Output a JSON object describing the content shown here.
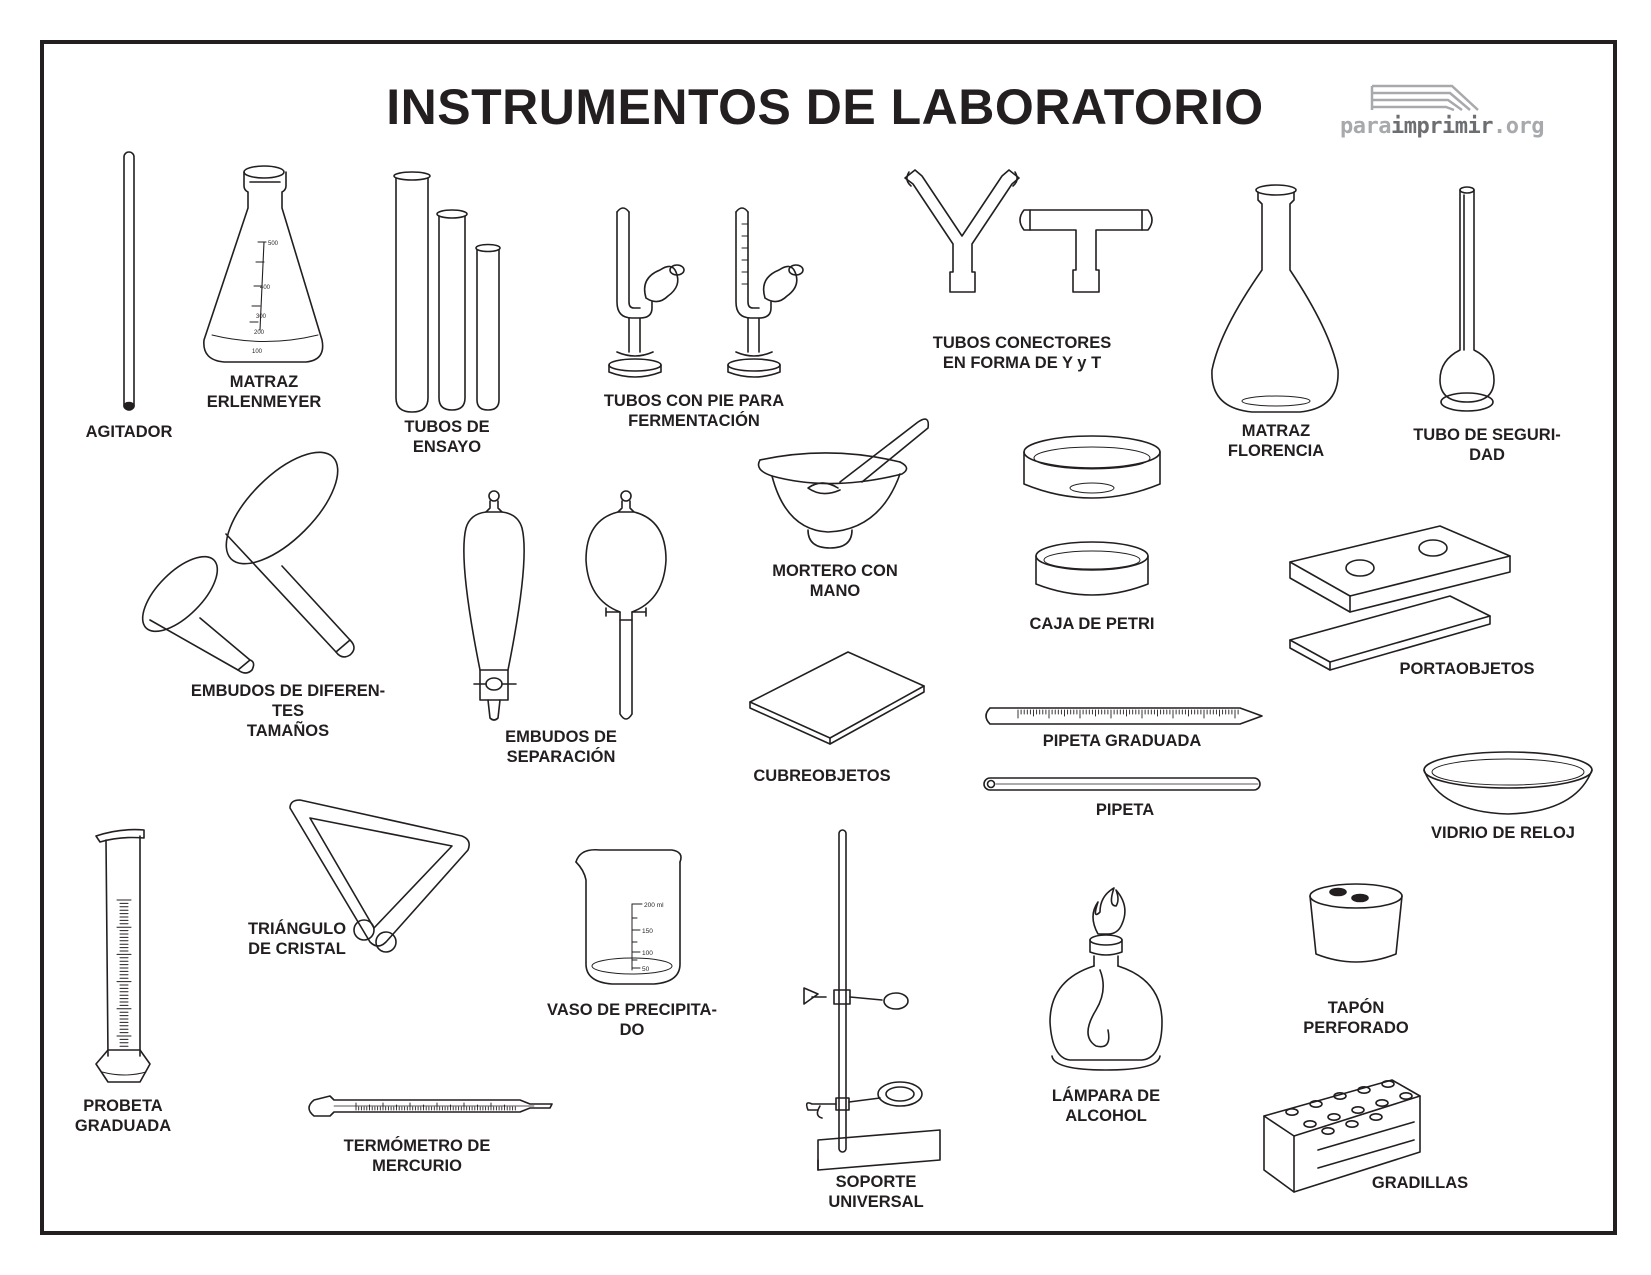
{
  "title": "INSTRUMENTOS DE LABORATORIO",
  "logo": {
    "prefix": "para",
    "main": "imprimir",
    "suffix": ".org"
  },
  "instruments": {
    "agitador": [
      "AGITADOR"
    ],
    "erlenmeyer": [
      "MATRAZ",
      "ERLENMEYER"
    ],
    "tubos_ensayo": [
      "TUBOS DE",
      "ENSAYO"
    ],
    "tubos_pie": [
      "TUBOS CON PIE PARA",
      "FERMENTACIÓN"
    ],
    "tubos_conectores": [
      "TUBOS CONECTORES",
      "EN FORMA DE Y y T"
    ],
    "florencia": [
      "MATRAZ",
      "FLORENCIA"
    ],
    "tubo_seguridad": [
      "TUBO DE SEGURI-",
      "DAD"
    ],
    "embudos": [
      "EMBUDOS DE DIFEREN-",
      "TES",
      "TAMAÑOS"
    ],
    "embudos_separacion": [
      "EMBUDOS DE",
      "SEPARACIÓN"
    ],
    "mortero": [
      "MORTERO CON",
      "MANO"
    ],
    "petri": [
      "CAJA DE PETRI"
    ],
    "portaobjetos": [
      "PORTAOBJETOS"
    ],
    "cubreobjetos": [
      "CUBREOBJETOS"
    ],
    "pipeta_graduada": [
      "PIPETA GRADUADA"
    ],
    "pipeta": [
      "PIPETA"
    ],
    "vidrio_reloj": [
      "VIDRIO DE RELOJ"
    ],
    "probeta": [
      "PROBETA",
      "GRADUADA"
    ],
    "triangulo": [
      "TRIÁNGULO",
      "DE CRISTAL"
    ],
    "vaso": [
      "VASO DE PRECIPITA-",
      "DO"
    ],
    "soporte": [
      "SOPORTE",
      "UNIVERSAL"
    ],
    "lampara": [
      "LÁMPARA DE",
      "ALCOHOL"
    ],
    "tapon": [
      "TAPÓN",
      "PERFORADO"
    ],
    "termometro": [
      "TERMÓMETRO DE",
      "MERCURIO"
    ],
    "gradillas": [
      "GRADILLAS"
    ]
  },
  "scales": {
    "erlenmeyer": [
      "500",
      "400",
      "300",
      "200",
      "100"
    ],
    "vaso": [
      "200 ml",
      "150",
      "100",
      "50"
    ]
  },
  "colors": {
    "ink": "#231f20",
    "logo_light": "#a7a9ac",
    "logo_dark": "#6d6e71"
  }
}
